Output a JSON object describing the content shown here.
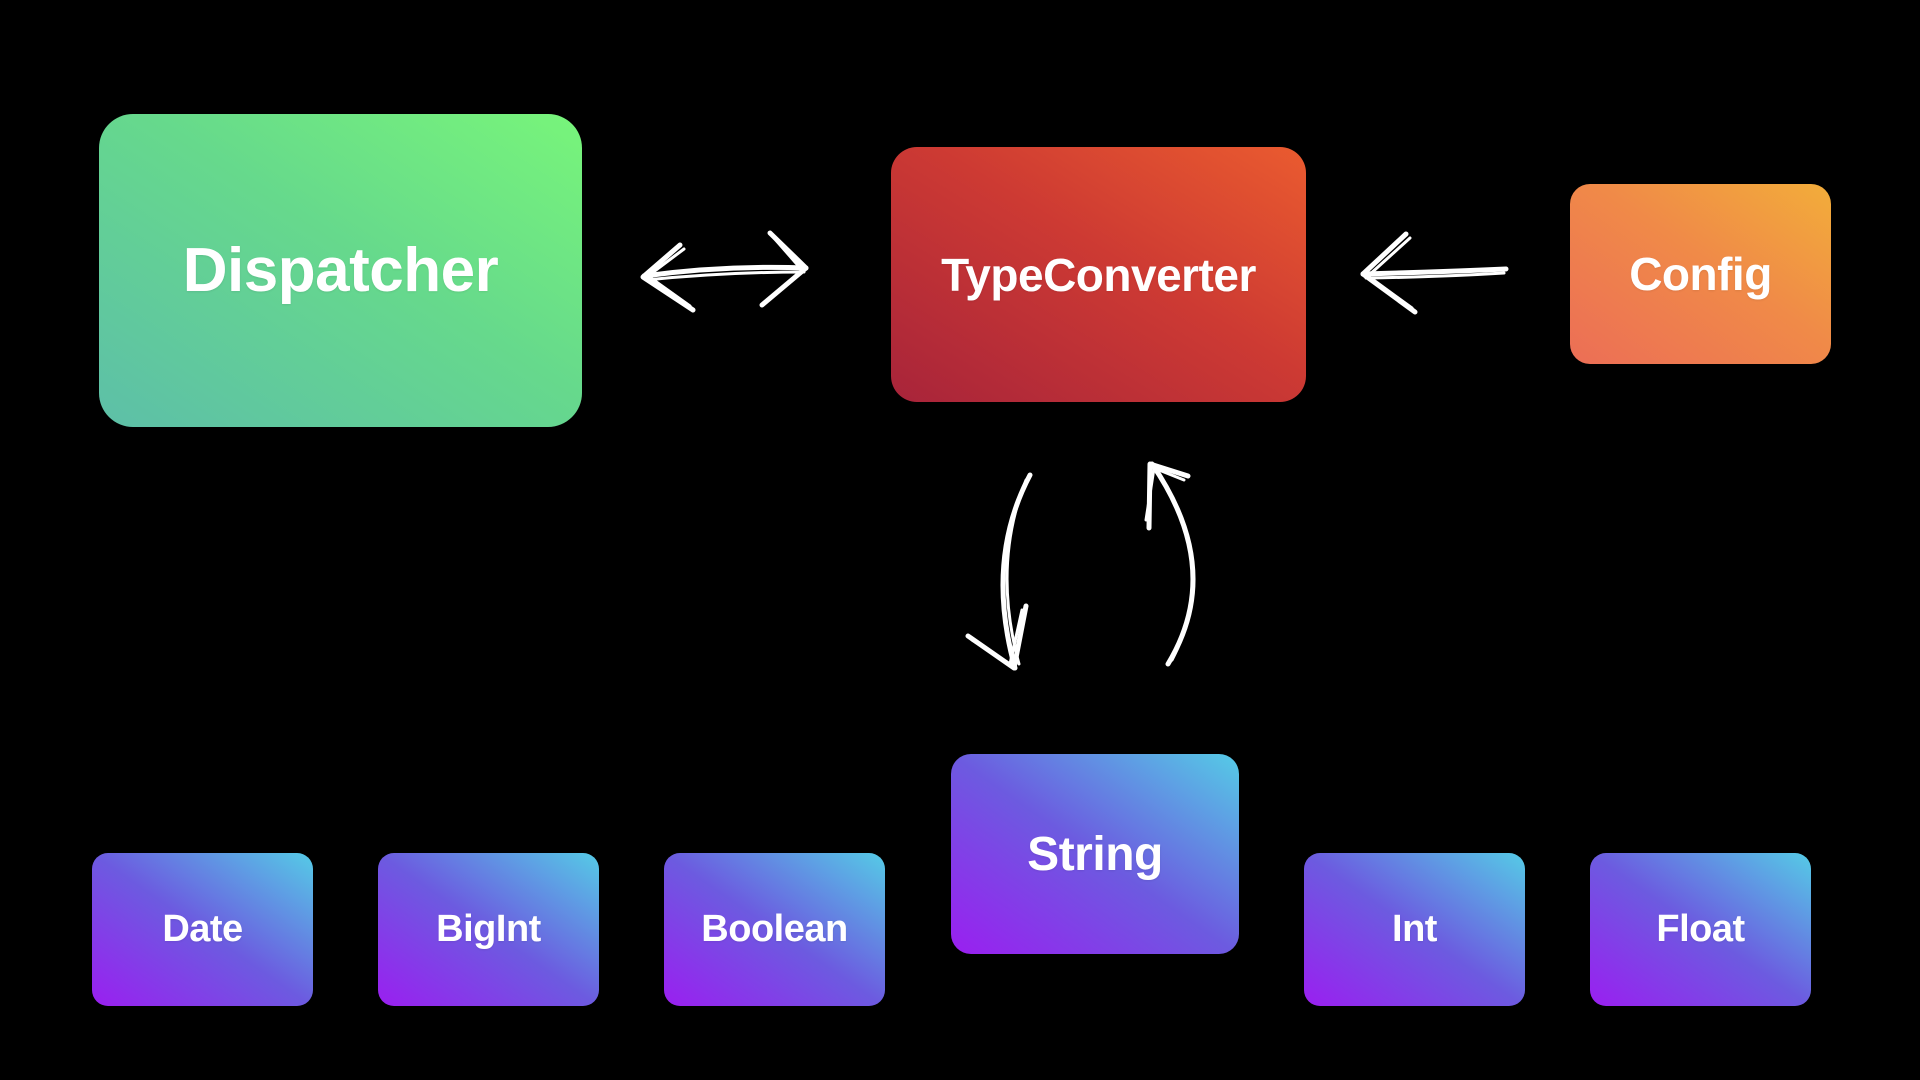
{
  "diagram": {
    "top_row": {
      "dispatcher": "Dispatcher",
      "type_converter": "TypeConverter",
      "config": "Config"
    },
    "center": {
      "string": "String"
    },
    "types": [
      {
        "label": "Date"
      },
      {
        "label": "BigInt"
      },
      {
        "label": "Boolean"
      },
      {
        "label": "Int"
      },
      {
        "label": "Float"
      }
    ]
  },
  "colors": {
    "background": "#000000",
    "dispatcher": "#6cdf86",
    "type_converter": "#cd3a33",
    "config": "#f08a48",
    "type_box": "#6c5be0",
    "arrow": "#ffffff"
  }
}
